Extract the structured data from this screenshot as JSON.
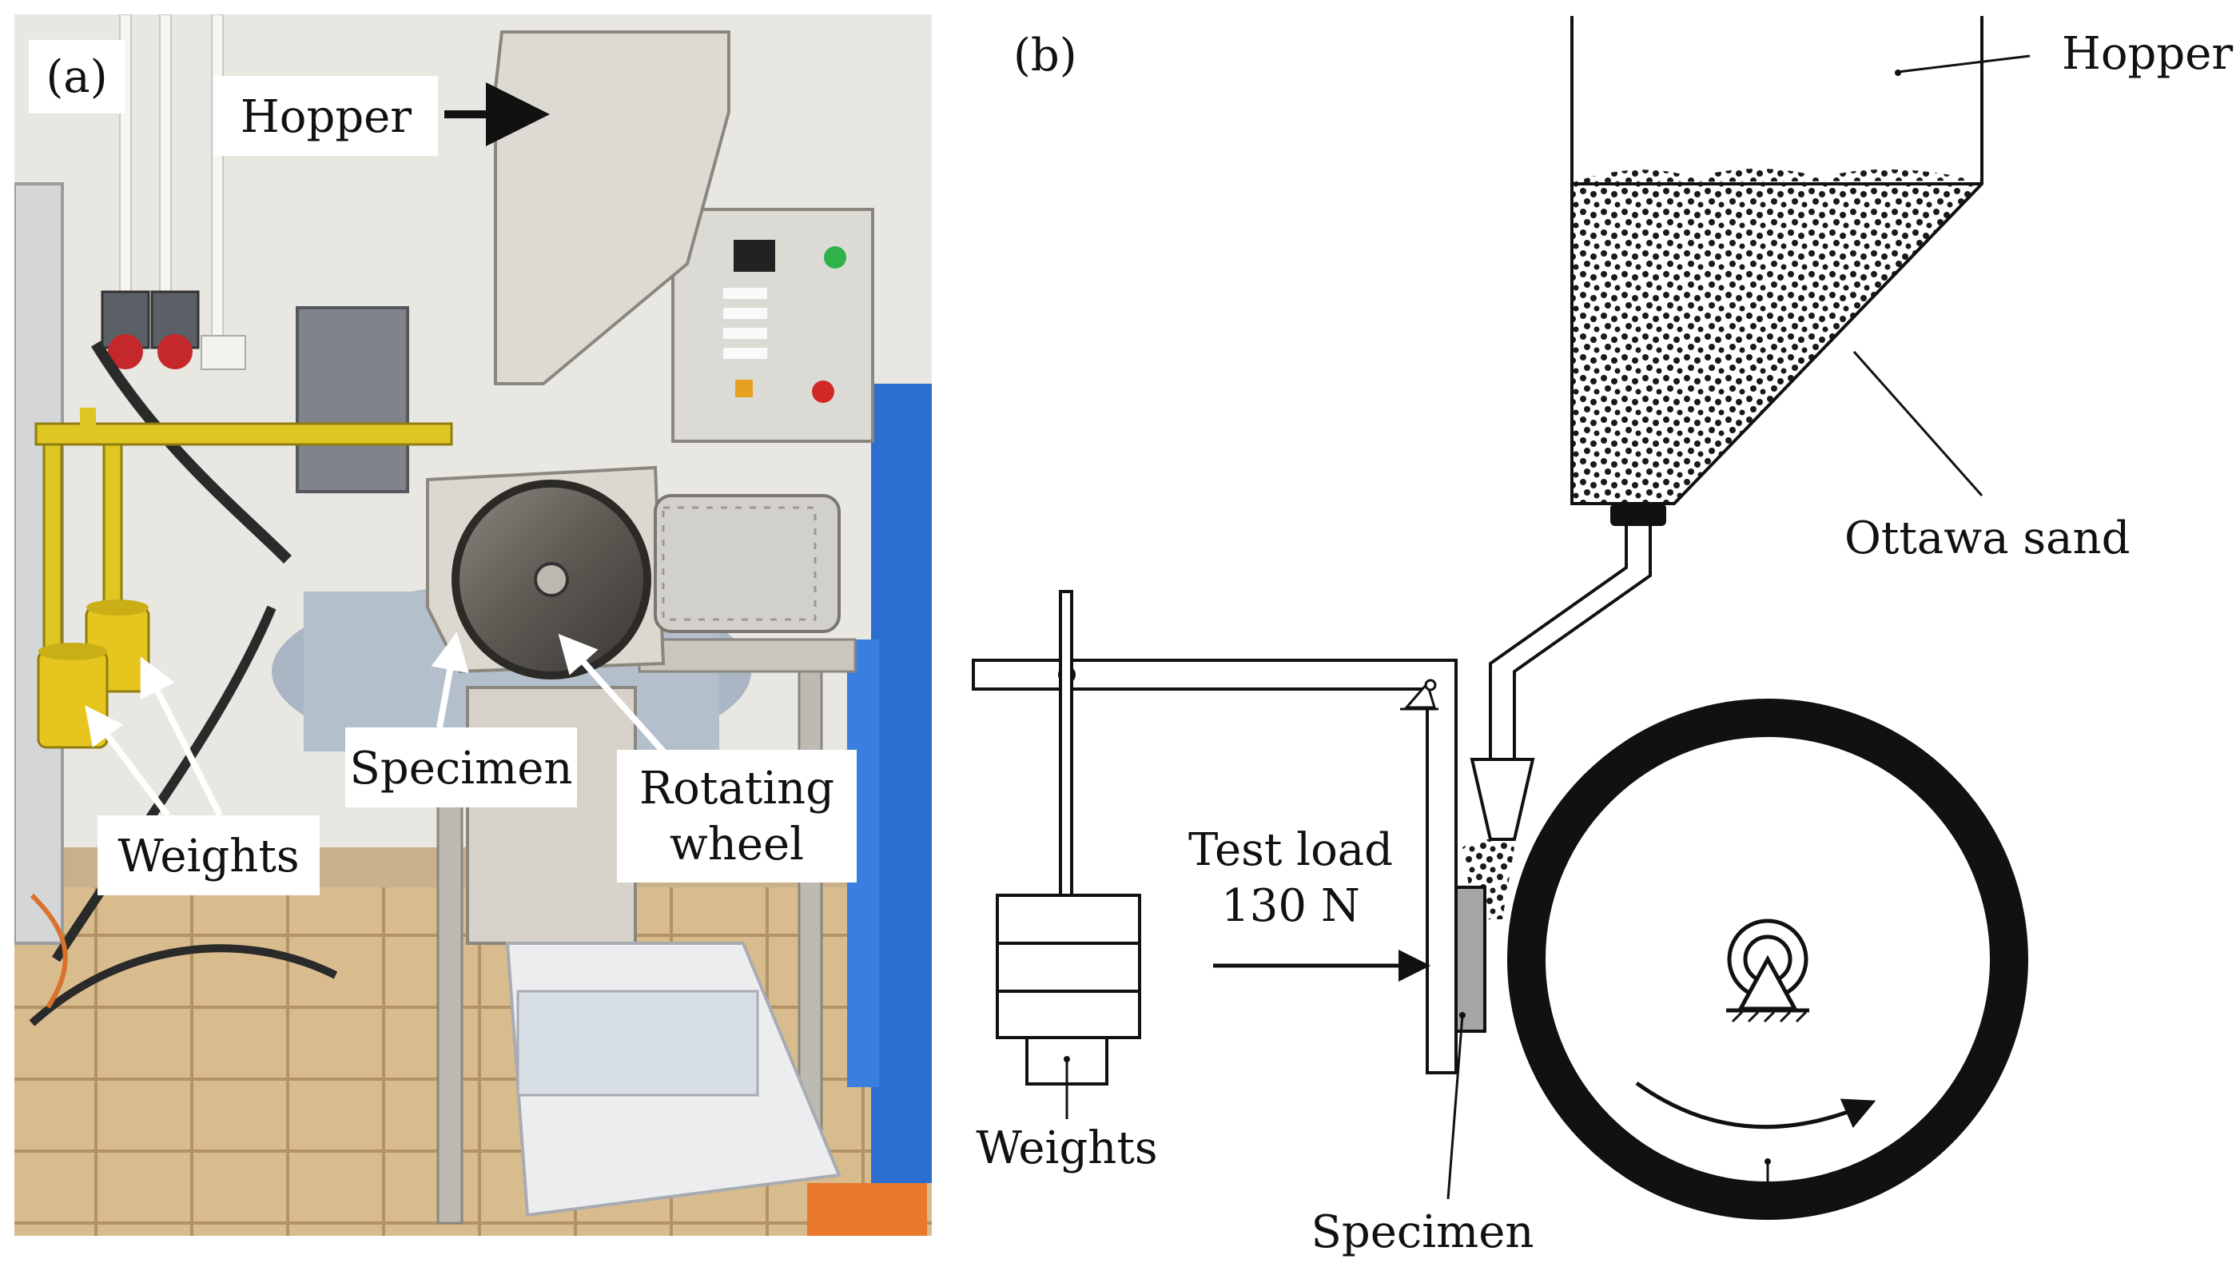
{
  "panel_a": {
    "tag": "(a)",
    "labels": {
      "hopper": "Hopper",
      "specimen": "Specimen",
      "rotating_wheel_line1": "Rotating",
      "rotating_wheel_line2": "wheel",
      "weights": "Weights"
    }
  },
  "panel_b": {
    "tag": "(b)",
    "labels": {
      "hopper": "Hopper",
      "ottawa_sand": "Ottawa sand",
      "test_load_line1": "Test load",
      "test_load_line2": "130 N",
      "weights": "Weights",
      "specimen": "Specimen"
    }
  },
  "colors": {
    "machine_yellow": "#e0c622",
    "machine_grey": "#d9d6cf",
    "wall": "#e9e8e3",
    "floor_tile": "#d6b98a",
    "blue_rack": "#2b6fd0",
    "ink": "#111111"
  }
}
